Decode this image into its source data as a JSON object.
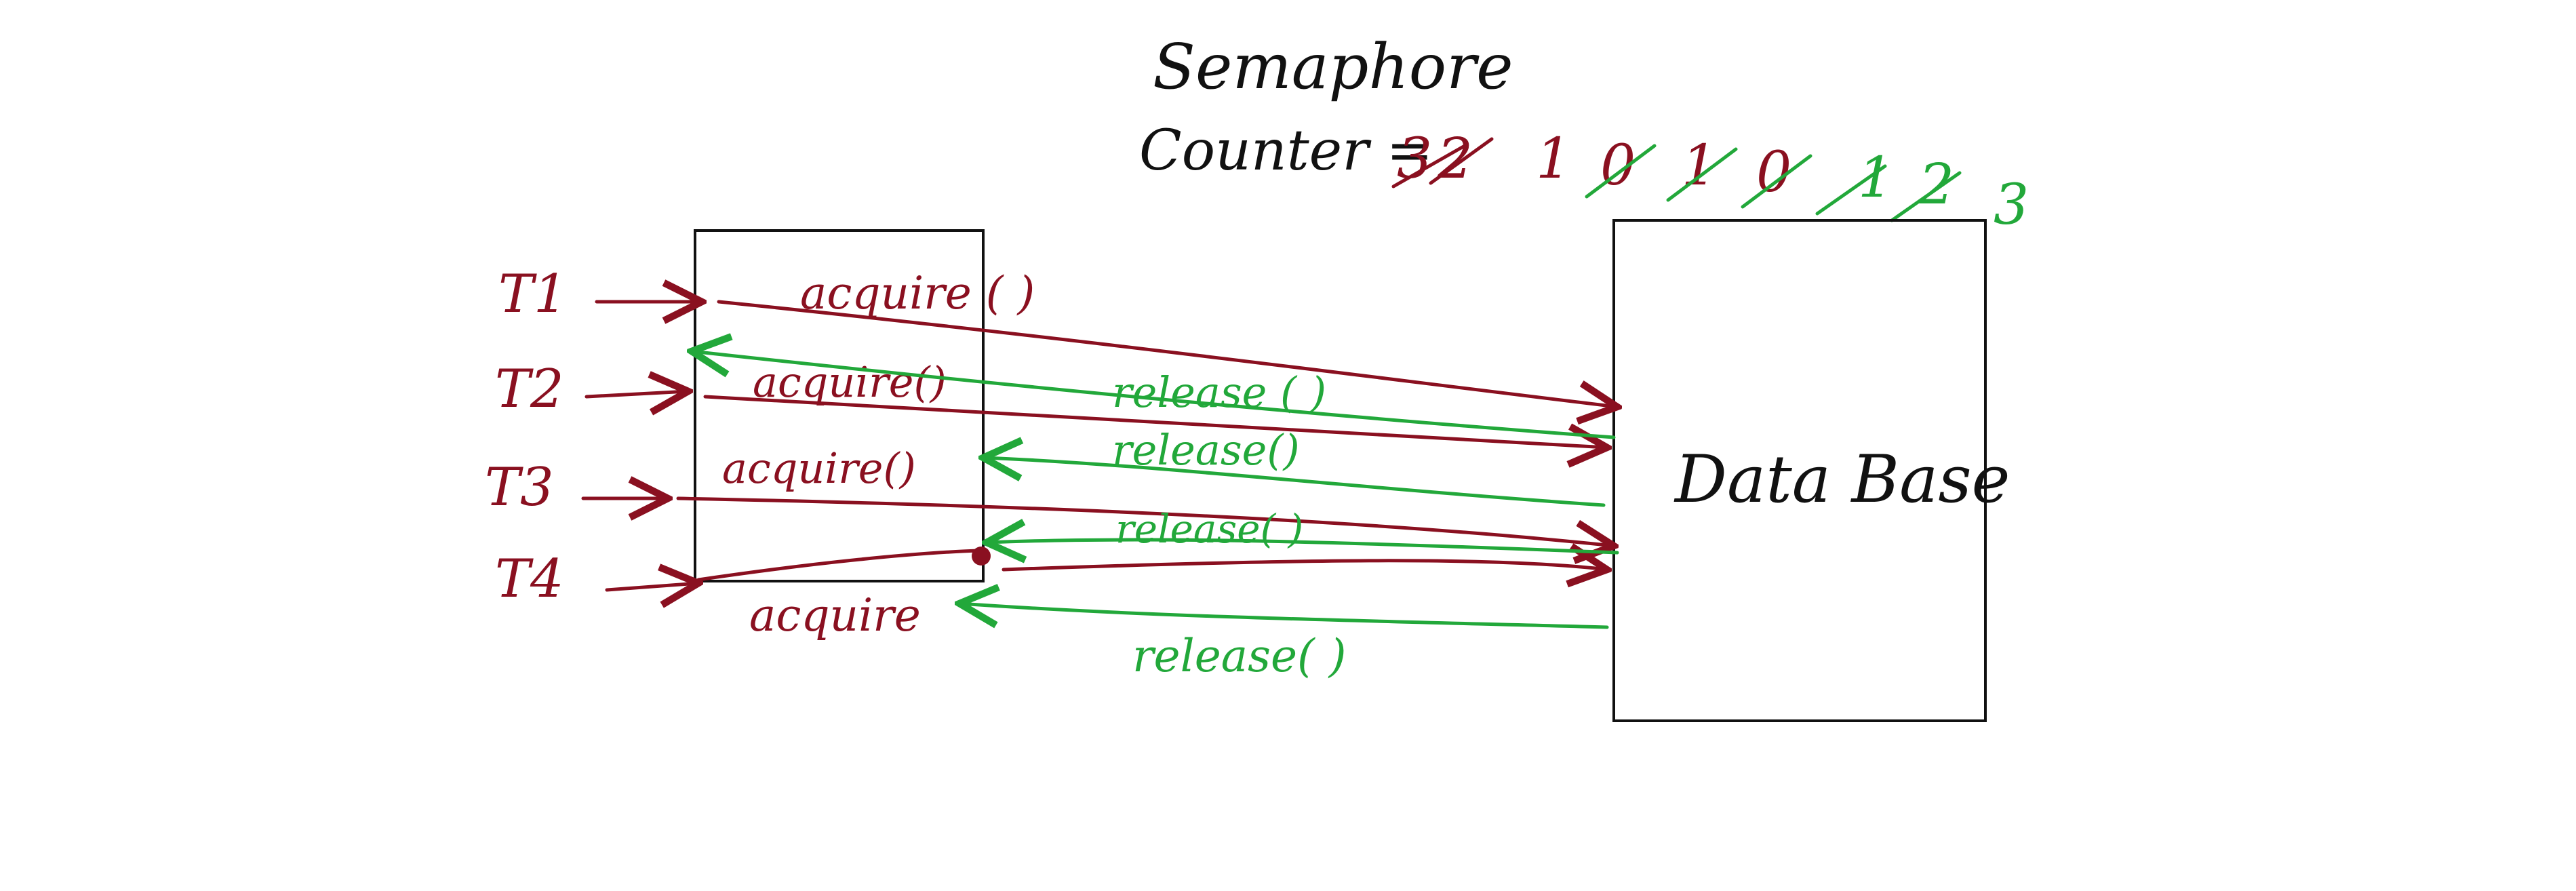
{
  "diagram": {
    "title": "Semaphore",
    "counter_label": "Counter =",
    "counter_history_red": [
      "3",
      "2",
      "1",
      "0",
      "1",
      "0"
    ],
    "counter_history_green": [
      "1",
      "2",
      "3"
    ],
    "threads": [
      "T1",
      "T2",
      "T3",
      "T4"
    ],
    "semaphore_box_label": "",
    "acquire_labels": [
      "acquire ( )",
      "acquire()",
      "acquire()",
      "acquire"
    ],
    "release_labels": [
      "release ( )",
      "release()",
      "release( )",
      "release( )"
    ],
    "database_label": "Data Base",
    "colors": {
      "acquire": "#8a1020",
      "release": "#22a83a",
      "outline": "#111111"
    }
  }
}
